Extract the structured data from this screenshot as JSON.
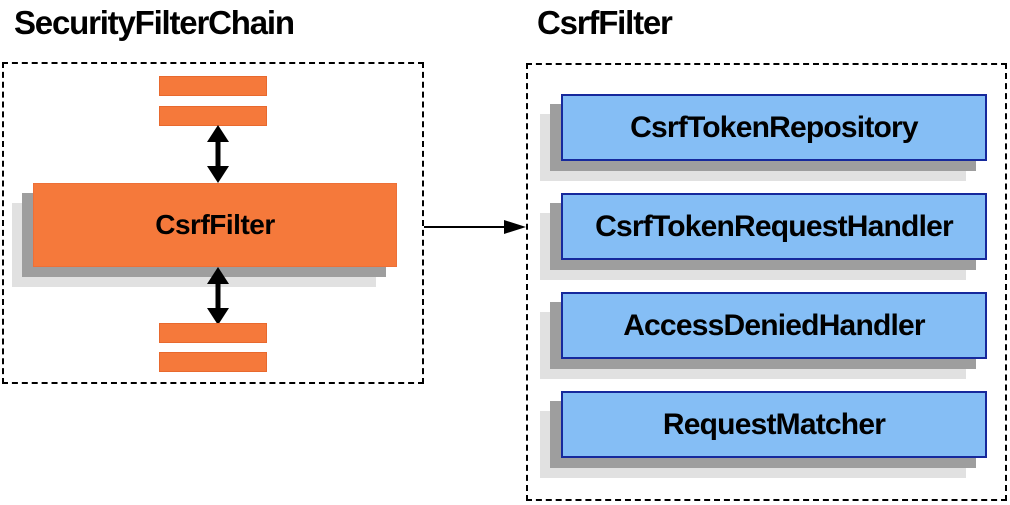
{
  "diagram": {
    "left": {
      "title": "SecurityFilterChain",
      "filter_box_label": "CsrfFilter",
      "placeholder_bar_count": 4
    },
    "right": {
      "title": "CsrfFilter",
      "components": [
        {
          "label": "CsrfTokenRepository"
        },
        {
          "label": "CsrfTokenRequestHandler"
        },
        {
          "label": "AccessDeniedHandler"
        },
        {
          "label": "RequestMatcher"
        }
      ]
    },
    "connections": {
      "left_internal": "bidirectional vertical arrows between filter chain bars and CsrfFilter box",
      "cross": "arrow from SecurityFilterChain panel to CsrfFilter panel"
    },
    "colors": {
      "orange_fill": "#F5793B",
      "orange_border": "#E8692E",
      "blue_fill": "#85BEF5",
      "blue_border": "#16299C",
      "shadow_dark": "#9E9E9E",
      "shadow_light": "#E1E1E1",
      "arrow": "#000000",
      "dashed_border": "#000000",
      "text": "#000000",
      "background": "#FFFFFF"
    }
  }
}
